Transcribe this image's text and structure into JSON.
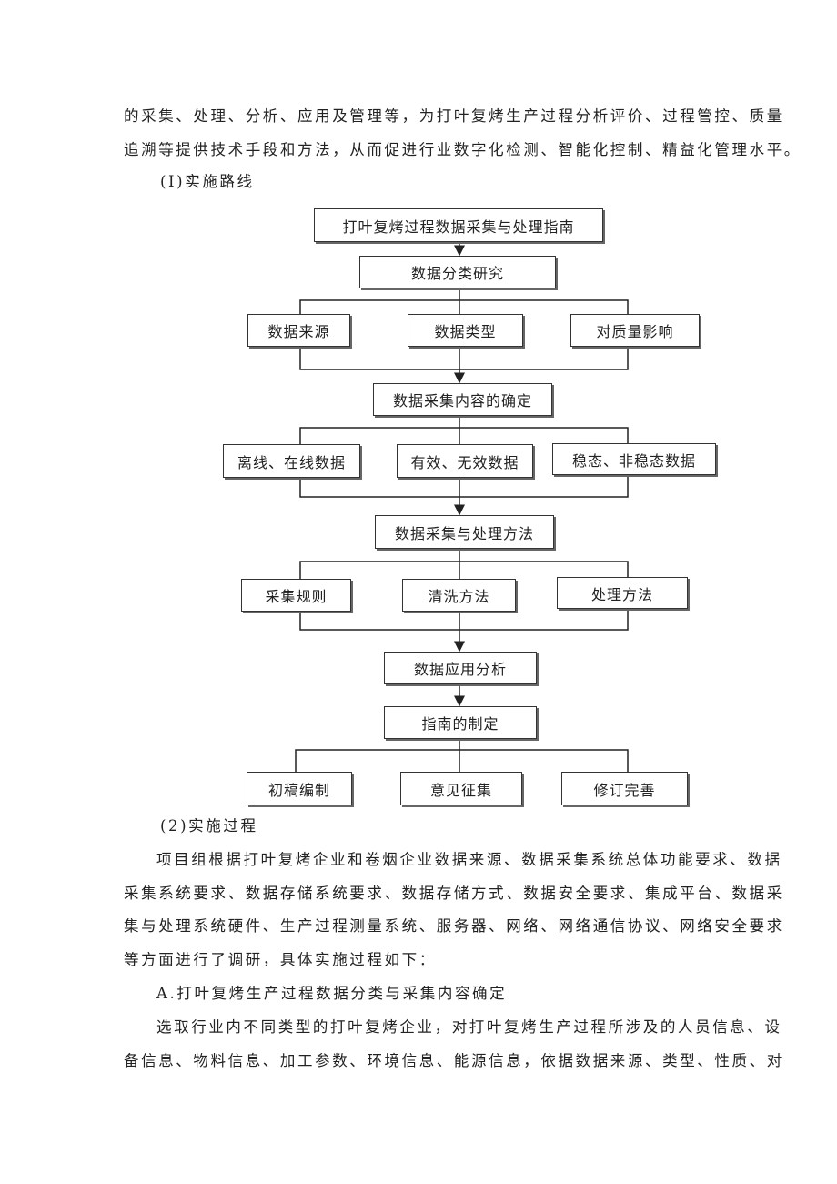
{
  "paragraphs_top": [
    "的采集、处理、分析、应用及管理等，为打叶复烤生产过程分析评价、过程管控、质量",
    "追溯等提供技术手段和方法，从而促进行业数字化检测、智能化控制、精益化管理水平。"
  ],
  "heading1": "(I)实施路线",
  "flowchart": {
    "title_box": "打叶复烤过程数据采集与处理指南",
    "step1": "数据分类研究",
    "step1_children": [
      "数据来源",
      "数据类型",
      "对质量影响"
    ],
    "step2": "数据采集内容的确定",
    "step2_children": [
      "离线、在线数据",
      "有效、无效数据",
      "稳态、非稳态数据"
    ],
    "step3": "数据采集与处理方法",
    "step3_children": [
      "采集规则",
      "清洗方法",
      "处理方法"
    ],
    "step4": "数据应用分析",
    "step5": "指南的制定",
    "step5_children": [
      "初稿编制",
      "意见征集",
      "修订完善"
    ]
  },
  "heading2": "(2)实施过程",
  "paragraph2": [
    "项目组根据打叶复烤企业和卷烟企业数据来源、数据采集系统总体功能要求、数据",
    "采集系统要求、数据存储系统要求、数据存储方式、数据安全要求、集成平台、数据采",
    "集与处理系统硬件、生产过程测量系统、服务器、网络、网络通信协议、网络安全要求",
    "等方面进行了调研，具体实施过程如下："
  ],
  "heading3": "A.打叶复烤生产过程数据分类与采集内容确定",
  "paragraph3": [
    "选取行业内不同类型的打叶复烤企业，对打叶复烤生产过程所涉及的人员信息、设",
    "备信息、物料信息、加工参数、环境信息、能源信息，依据数据来源、类型、性质、对"
  ]
}
